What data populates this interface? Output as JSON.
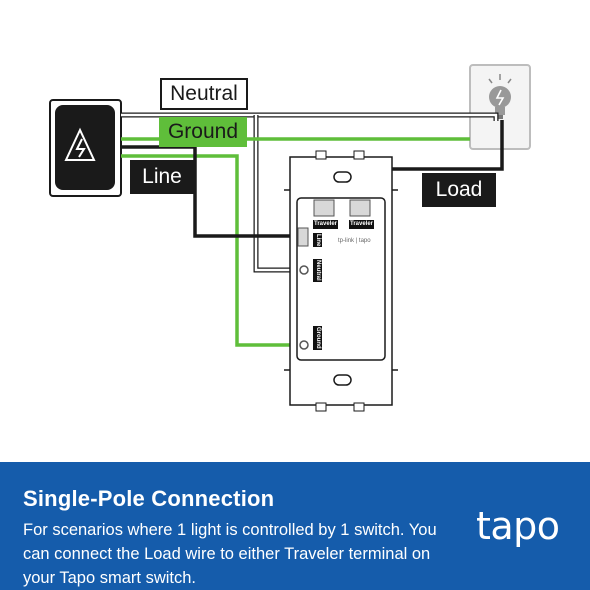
{
  "diagram": {
    "labels": {
      "neutral": "Neutral",
      "ground": "Ground",
      "line": "Line",
      "load": "Load"
    },
    "switch_terminals": {
      "traveler_left": "Traveler",
      "traveler_right": "Traveler",
      "line": "Line",
      "neutral": "Neutral",
      "ground": "Ground"
    },
    "switch_brand": "tp-link | tapo",
    "icons": [
      "high-voltage-warning-icon",
      "light-bulb-icon"
    ],
    "colors": {
      "neutral_wire": "#cccccc",
      "ground_wire": "#5fbe3a",
      "line_wire": "#1a1a1a",
      "footer_background": "#155cab"
    }
  },
  "footer": {
    "title": "Single-Pole Connection",
    "description": "For scenarios where 1 light is controlled by 1 switch. You can connect the Load wire to either Traveler terminal on your Tapo smart switch.",
    "logo": "tapo"
  }
}
